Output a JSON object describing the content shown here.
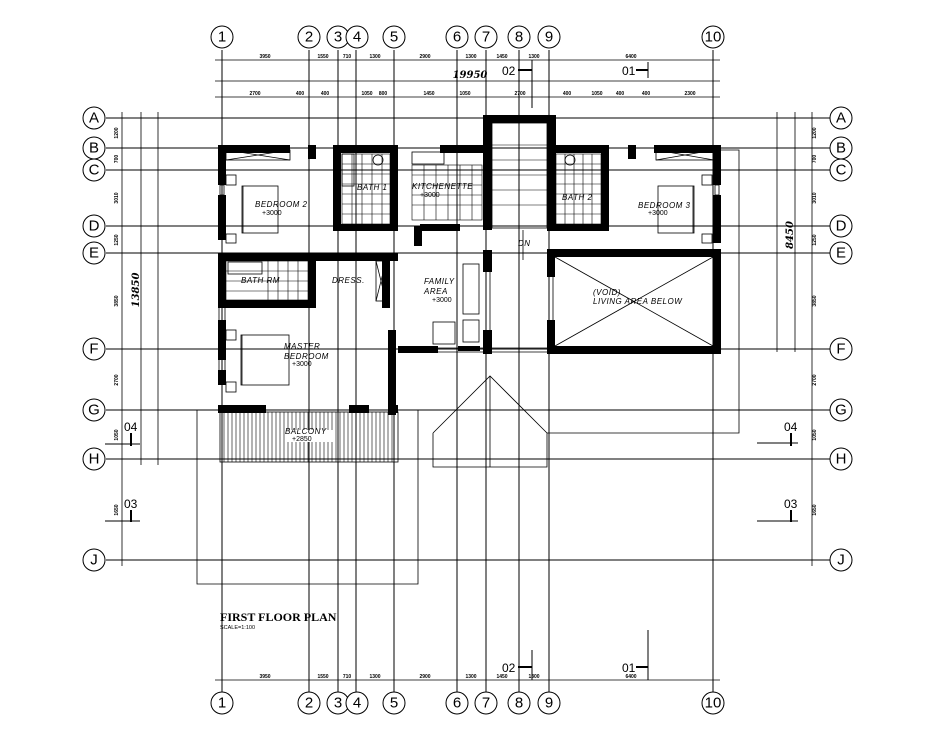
{
  "drawing": {
    "title": "FIRST FLOOR PLAN",
    "scale": "SCALE=1:100",
    "overall_width": "19950",
    "overall_depth": "13850"
  },
  "grid_columns": [
    "1",
    "2",
    "3",
    "4",
    "5",
    "6",
    "7",
    "8",
    "9",
    "10"
  ],
  "grid_rows": [
    "A",
    "B",
    "C",
    "D",
    "E",
    "F",
    "G",
    "H",
    "J"
  ],
  "rooms": {
    "bedroom2": {
      "name": "BEDROOM 2",
      "level": "+3000"
    },
    "bath1": {
      "name": "BATH 1"
    },
    "kitchenette": {
      "name": "KITCHENETTE",
      "level": "+3000"
    },
    "bath2": {
      "name": "BATH 2"
    },
    "bedroom3": {
      "name": "BEDROOM 3",
      "level": "+3000"
    },
    "bath_master": {
      "name": "BATH RM"
    },
    "dress": {
      "name": "DRESS."
    },
    "family": {
      "name_line1": "FAMILY",
      "name_line2": "AREA",
      "level": "+3000"
    },
    "stair": {
      "name": "DN"
    },
    "void_line1": "(VOID)",
    "void_line2": "LIVING AREA BELOW",
    "master_line1": "MASTER",
    "master_line2": "BEDROOM",
    "master_level": "+3000",
    "balcony": {
      "name": "BALCONY",
      "level": "+2850"
    }
  },
  "section_marks": {
    "top_left": "02",
    "top_right": "01",
    "bottom_left": "02",
    "bottom_right": "01",
    "left_upper": "04",
    "left_lower": "03",
    "right_upper": "04",
    "right_lower": "03"
  },
  "dimensions": {
    "top_outer": [
      "3950",
      "1550",
      "710",
      "1300",
      "2900",
      "1300",
      "1450",
      "1300",
      "6400"
    ],
    "bottom_outer": [
      "3950",
      "1550",
      "710",
      "1300",
      "2900",
      "1300",
      "1450",
      "1300",
      "6400"
    ],
    "left_outer": [
      "1200",
      "700",
      "3010",
      "1250",
      "3850",
      "2700",
      "1050",
      "1650"
    ],
    "right_outer": [
      "1200",
      "700",
      "3010",
      "1250",
      "3850",
      "2700",
      "1050",
      "1650"
    ]
  },
  "colors": {
    "ink": "#000000",
    "paper": "#ffffff"
  }
}
